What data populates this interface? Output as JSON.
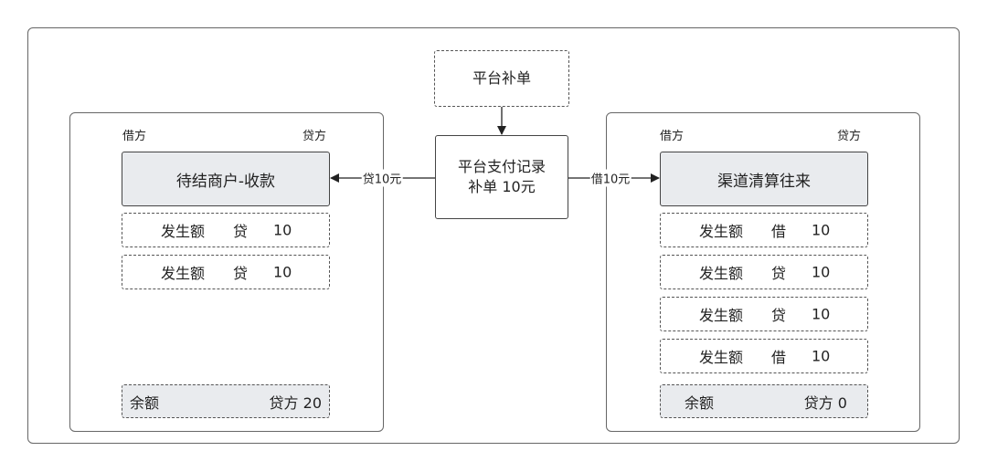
{
  "top_node": {
    "label": "平台补单"
  },
  "center_node": {
    "line1": "平台支付记录",
    "line2": "补单 10元"
  },
  "left_panel": {
    "debit_label": "借方",
    "credit_label": "贷方",
    "account": "待结商户-收款",
    "entries": [
      {
        "name": "发生额",
        "side": "贷",
        "amount": "10"
      },
      {
        "name": "发生额",
        "side": "贷",
        "amount": "10"
      }
    ],
    "balance": {
      "label": "余额",
      "value": "贷方 20"
    }
  },
  "right_panel": {
    "debit_label": "借方",
    "credit_label": "贷方",
    "account": "渠道清算往来",
    "entries": [
      {
        "name": "发生额",
        "side": "借",
        "amount": "10"
      },
      {
        "name": "发生额",
        "side": "贷",
        "amount": "10"
      },
      {
        "name": "发生额",
        "side": "贷",
        "amount": "10"
      },
      {
        "name": "发生额",
        "side": "借",
        "amount": "10"
      }
    ],
    "balance": {
      "label": "余额",
      "value": "贷方 0"
    }
  },
  "edges": {
    "left_label": "贷10元",
    "right_label": "借10元"
  }
}
